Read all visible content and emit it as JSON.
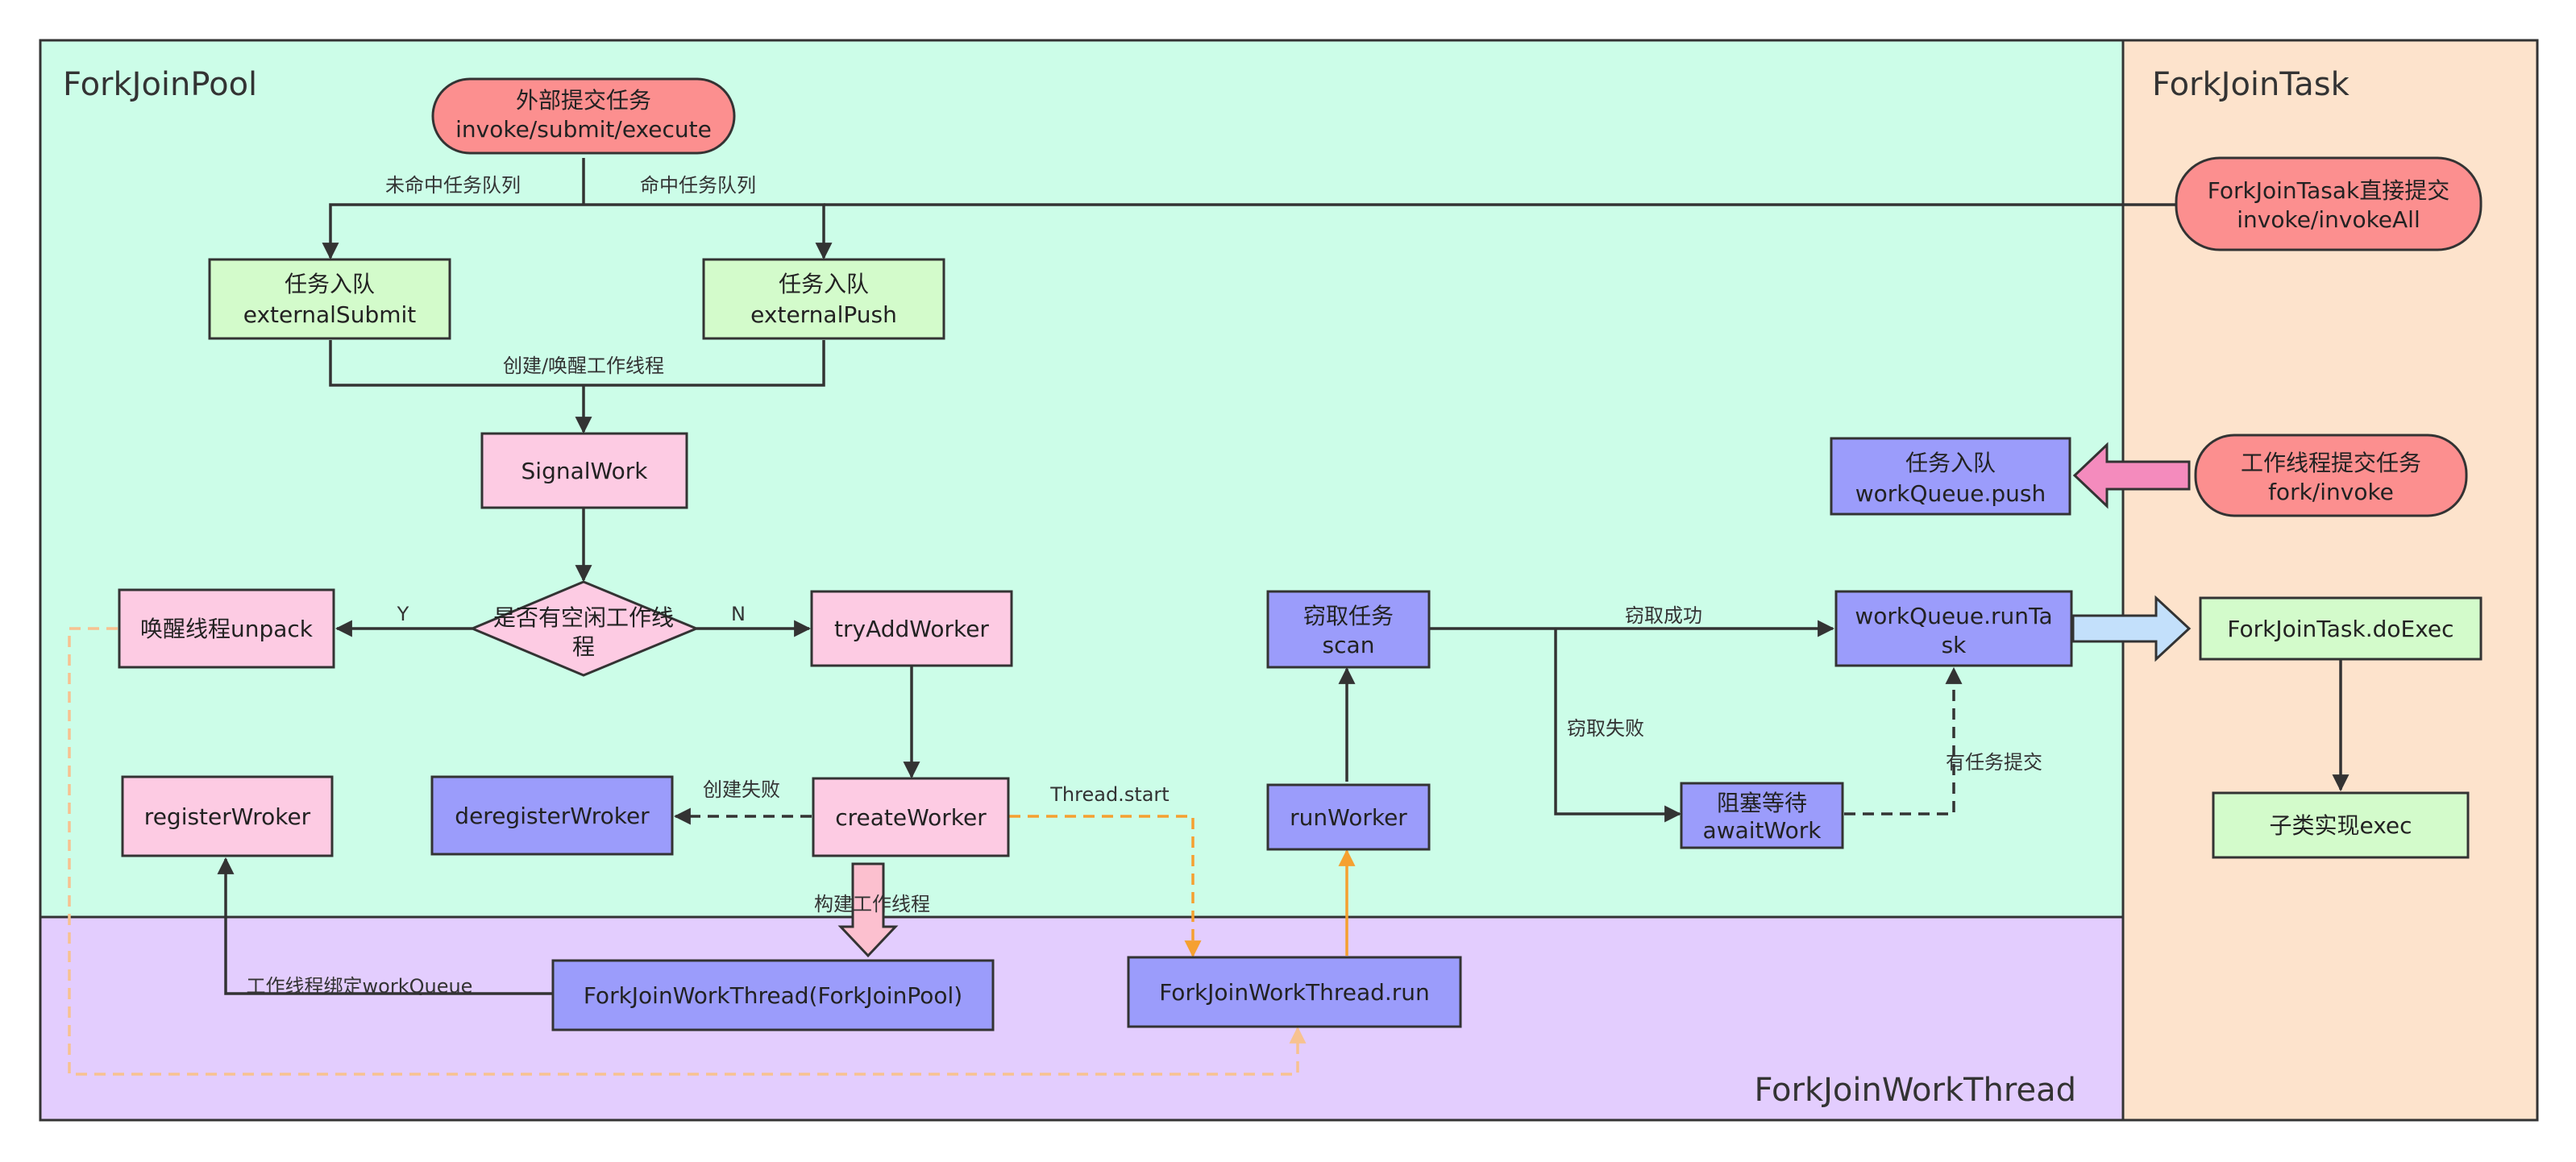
{
  "regions": {
    "pool": "ForkJoinPool",
    "task": "ForkJoinTask",
    "thread": "ForkJoinWorkThread"
  },
  "nodes": {
    "external_submit": [
      "外部提交任务",
      "invoke/submit/execute"
    ],
    "enqueue_submit": [
      "任务入队",
      "externalSubmit"
    ],
    "enqueue_push": [
      "任务入队",
      "externalPush"
    ],
    "fj_direct_submit": [
      "ForkJoinTasak直接提交",
      "invoke/invokeAll"
    ],
    "signal_work": [
      "SignalWork"
    ],
    "idle_check": [
      "是否有空闲工作线",
      "程"
    ],
    "wake_unpack": [
      "唤醒线程unpack"
    ],
    "try_add_worker": [
      "tryAddWorker"
    ],
    "register_worker": [
      "registerWroker"
    ],
    "deregister_worker": [
      "deregisterWroker"
    ],
    "create_worker": [
      "createWorker"
    ],
    "steal_scan": [
      "窃取任务",
      "scan"
    ],
    "run_worker": [
      "runWorker"
    ],
    "await_work": [
      "阻塞等待",
      "awaitWork"
    ],
    "run_task": [
      "workQueue.runTa",
      "sk"
    ],
    "worker_push": [
      "任务入队",
      "workQueue.push"
    ],
    "worker_submit": [
      "工作线程提交任务",
      "fork/invoke"
    ],
    "do_exec": [
      "ForkJoinTask.doExec"
    ],
    "subclass_exec": [
      "子类实现exec"
    ],
    "thread_ctor": [
      "ForkJoinWorkThread(ForkJoinPool)"
    ],
    "thread_run": [
      "ForkJoinWorkThread.run"
    ]
  },
  "edge_labels": {
    "miss_queue": "未命中任务队列",
    "hit_queue": "命中任务队列",
    "create_wake": "创建/唤醒工作线程",
    "yes": "Y",
    "no": "N",
    "create_fail": "创建失败",
    "thread_start": "Thread.start",
    "build_thread": "构建工作线程",
    "bind_queue": "工作线程绑定workQueue",
    "steal_ok": "窃取成功",
    "steal_fail": "窃取失败",
    "task_submitted": "有任务提交"
  },
  "colors": {
    "pool_bg": "#ccfde8",
    "task_bg": "#fde3cc",
    "thread_bg": "#e3cdfe",
    "green_node": "#d3fbcb",
    "pink_node": "#fdcbe3",
    "red_node": "#fc8f8f",
    "purple_node": "#9b9cfb",
    "hollow_pink": "#fcc0cf",
    "hollow_blue": "#c3e0fb",
    "hollow_magenta": "#f48bbd"
  }
}
